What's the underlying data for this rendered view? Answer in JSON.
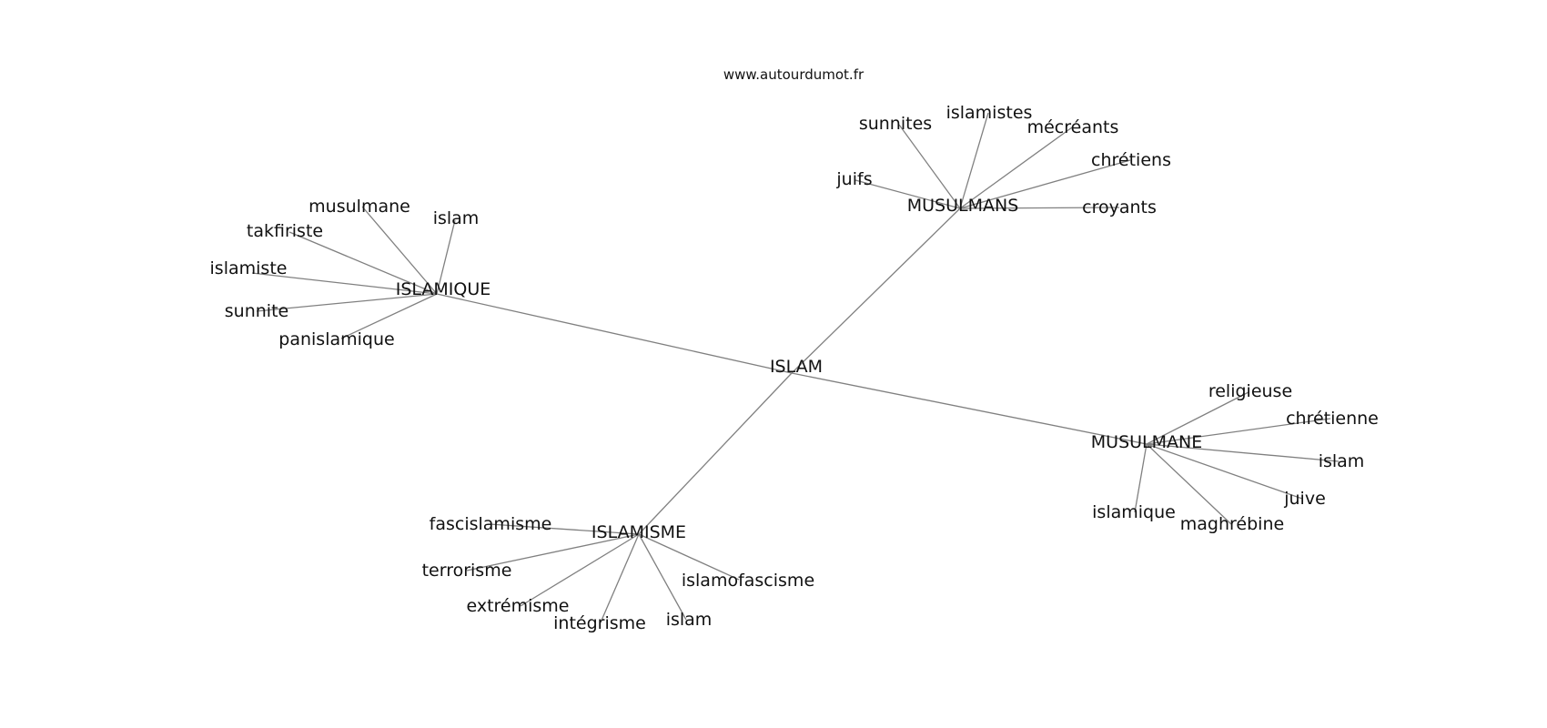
{
  "credit": "www.autourdumot.fr",
  "nodes": [
    {
      "id": "ISLAM",
      "label": "ISLAM"
    },
    {
      "id": "ISLAMIQUE",
      "label": "ISLAMIQUE"
    },
    {
      "id": "MUSULMANS",
      "label": "MUSULMANS"
    },
    {
      "id": "MUSULMANE",
      "label": "MUSULMANE"
    },
    {
      "id": "ISLAMISME",
      "label": "ISLAMISME"
    },
    {
      "id": "q-musulmane",
      "label": "musulmane"
    },
    {
      "id": "q-islam",
      "label": "islam"
    },
    {
      "id": "q-takfiriste",
      "label": "takfiriste"
    },
    {
      "id": "q-islamiste",
      "label": "islamiste"
    },
    {
      "id": "q-sunnite",
      "label": "sunnite"
    },
    {
      "id": "q-panislamique",
      "label": "panislamique"
    },
    {
      "id": "s-sunnites",
      "label": "sunnites"
    },
    {
      "id": "s-islamistes",
      "label": "islamistes"
    },
    {
      "id": "s-mecreants",
      "label": "mécréants"
    },
    {
      "id": "s-chretiens",
      "label": "chrétiens"
    },
    {
      "id": "s-juifs",
      "label": "juifs"
    },
    {
      "id": "s-croyants",
      "label": "croyants"
    },
    {
      "id": "e-religieuse",
      "label": "religieuse"
    },
    {
      "id": "e-chretienne",
      "label": "chrétienne"
    },
    {
      "id": "e-islam",
      "label": "islam"
    },
    {
      "id": "e-juive",
      "label": "juive"
    },
    {
      "id": "e-islamique",
      "label": "islamique"
    },
    {
      "id": "e-maghrebine",
      "label": "maghrébine"
    },
    {
      "id": "m-fascislamisme",
      "label": "fascislamisme"
    },
    {
      "id": "m-terrorisme",
      "label": "terrorisme"
    },
    {
      "id": "m-extremisme",
      "label": "extrémisme"
    },
    {
      "id": "m-integrisme",
      "label": "intégrisme"
    },
    {
      "id": "m-islam",
      "label": "islam"
    },
    {
      "id": "m-islamofascisme",
      "label": "islamofascisme"
    }
  ],
  "edges": [
    [
      "ISLAM",
      "ISLAMIQUE"
    ],
    [
      "ISLAM",
      "MUSULMANS"
    ],
    [
      "ISLAM",
      "MUSULMANE"
    ],
    [
      "ISLAM",
      "ISLAMISME"
    ],
    [
      "ISLAMIQUE",
      "q-musulmane"
    ],
    [
      "ISLAMIQUE",
      "q-islam"
    ],
    [
      "ISLAMIQUE",
      "q-takfiriste"
    ],
    [
      "ISLAMIQUE",
      "q-islamiste"
    ],
    [
      "ISLAMIQUE",
      "q-sunnite"
    ],
    [
      "ISLAMIQUE",
      "q-panislamique"
    ],
    [
      "MUSULMANS",
      "s-sunnites"
    ],
    [
      "MUSULMANS",
      "s-islamistes"
    ],
    [
      "MUSULMANS",
      "s-mecreants"
    ],
    [
      "MUSULMANS",
      "s-chretiens"
    ],
    [
      "MUSULMANS",
      "s-juifs"
    ],
    [
      "MUSULMANS",
      "s-croyants"
    ],
    [
      "MUSULMANE",
      "e-religieuse"
    ],
    [
      "MUSULMANE",
      "e-chretienne"
    ],
    [
      "MUSULMANE",
      "e-islam"
    ],
    [
      "MUSULMANE",
      "e-juive"
    ],
    [
      "MUSULMANE",
      "e-islamique"
    ],
    [
      "MUSULMANE",
      "e-maghrebine"
    ],
    [
      "ISLAMISME",
      "m-fascislamisme"
    ],
    [
      "ISLAMISME",
      "m-terrorisme"
    ],
    [
      "ISLAMISME",
      "m-extremisme"
    ],
    [
      "ISLAMISME",
      "m-integrisme"
    ],
    [
      "ISLAMISME",
      "m-islam"
    ],
    [
      "ISLAMISME",
      "m-islamofascisme"
    ]
  ],
  "colors": {
    "edge": "#808080",
    "text": "#111111",
    "background": "#ffffff"
  }
}
